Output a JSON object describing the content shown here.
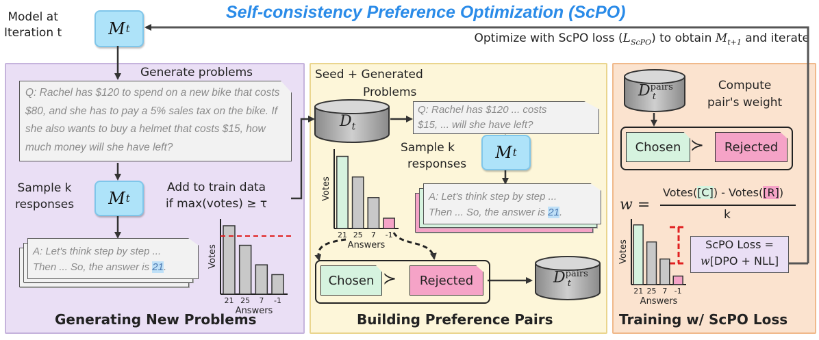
{
  "title": "Self-consistency Preference Optimization (ScPO)",
  "model_symbol": "M",
  "model_sub_t": "t",
  "model_label_line1": "Model at",
  "model_label_line2": "Iteration t",
  "optimize_text_a": "Optimize with ScPO loss (",
  "optimize_loss_sym": "L",
  "optimize_loss_sub": "ScPO",
  "optimize_text_b": ") to obtain ",
  "optimize_model_sub": "t+1",
  "optimize_text_c": " and iterate",
  "panel1": {
    "title": "Generating New Problems",
    "generate": "Generate problems",
    "question": "Q: Rachel has $120 to spend on a new bike that costs $80, and she has to pay a 5% sales tax on the bike. If she also wants to buy a helmet that costs $15, how much money will she have left?",
    "sample_line1": "Sample k",
    "sample_line2": "responses",
    "answer_line1": "A: Let's think step by step ...",
    "answer_line2a": "Then ... So, the answer is ",
    "answer_value": "21",
    "answer_line2b": ".",
    "add_line1": "Add to train data",
    "add_line2": "if max(votes) ≥ τ"
  },
  "panel2": {
    "title": "Building Preference Pairs",
    "seed_line1": "Seed + Generated",
    "seed_line2": "Problems",
    "dataset_symbol": "D",
    "dataset_sub": "t",
    "question_line1": "Q: Rachel has $120 ... costs",
    "question_line2": "$15, ...  will she have left?",
    "sample_line1": "Sample k",
    "sample_line2": "responses",
    "answer_line1": "A: Let's think step by step ...",
    "answer_line2a": "Then ... So, the answer is ",
    "answer_value": "21",
    "answer_line2b": ".",
    "chosen": "Chosen",
    "rejected": "Rejected",
    "pairs_sup": "pairs"
  },
  "panel3": {
    "title": "Training w/ ScPO Loss",
    "compute_line1": "Compute",
    "compute_line2": "pair's weight",
    "chosen": "Chosen",
    "rejected": "Rejected",
    "w": "w",
    "equals": "=",
    "numerator_a": "Votes(",
    "numerator_c": "[C]",
    "numerator_b": ") - Votes(",
    "numerator_r": "[R]",
    "numerator_d": ")",
    "denominator": "k",
    "loss_line1": "ScPO Loss =",
    "loss_line2_w": "w",
    "loss_line2": "[DPO + NLL]"
  },
  "chart_data": [
    {
      "type": "bar",
      "categories": [
        "21",
        "25",
        "7",
        "-1"
      ],
      "values": [
        7,
        5,
        3,
        2
      ],
      "xlabel": "Answers",
      "ylabel": "Votes",
      "threshold_line": true,
      "colors": [
        "#c8c8c8",
        "#c8c8c8",
        "#c8c8c8",
        "#c8c8c8"
      ]
    },
    {
      "type": "bar",
      "categories": [
        "21",
        "25",
        "7",
        "-1"
      ],
      "values": [
        7,
        5,
        3,
        1
      ],
      "xlabel": "Answers",
      "ylabel": "Votes",
      "colors": [
        "#d6f3df",
        "#c8c8c8",
        "#c8c8c8",
        "#f5a3c7"
      ]
    },
    {
      "type": "bar",
      "categories": [
        "21",
        "25",
        "7",
        "-1"
      ],
      "values": [
        7,
        5,
        3,
        1
      ],
      "xlabel": "Answers",
      "ylabel": "Votes",
      "colors": [
        "#d6f3df",
        "#c8c8c8",
        "#c8c8c8",
        "#f5a3c7"
      ]
    }
  ],
  "colors": {
    "title_blue": "#2a8be8",
    "panel1_fill": "#eadff5",
    "panel1_border": "#c5b3dc",
    "panel2_fill": "#fdf6d9",
    "panel2_border": "#ead58e",
    "panel3_fill": "#fbe3cf",
    "panel3_border": "#f0b98b",
    "chosen": "#d6f3df",
    "rejected": "#f5a3c7",
    "highlight": "#bfe0f7"
  }
}
